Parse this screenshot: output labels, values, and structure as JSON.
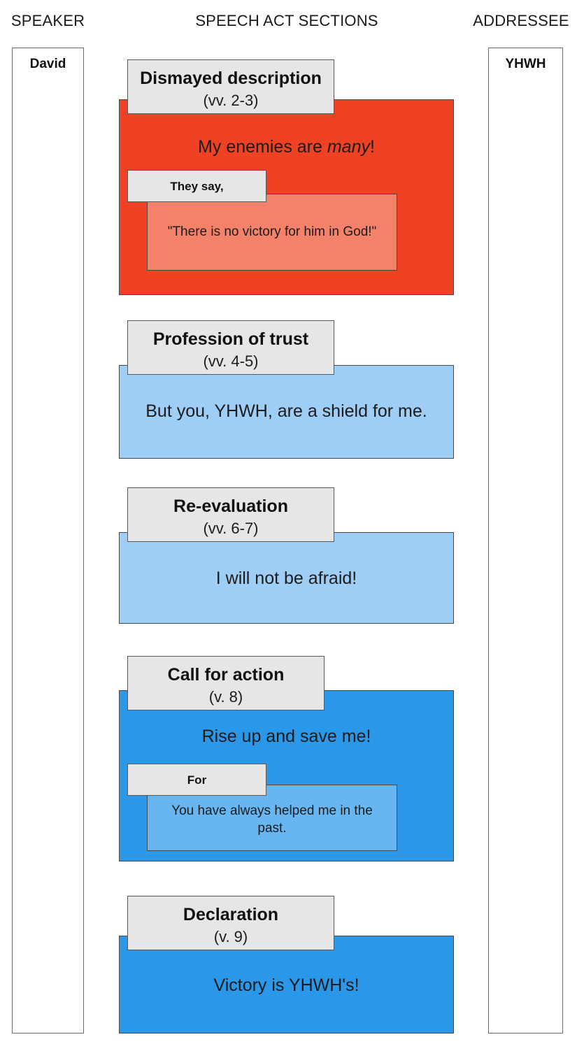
{
  "headers": {
    "speaker": "SPEAKER",
    "sections": "SPEECH ACT SECTIONS",
    "addressee": "ADDRESSEE"
  },
  "participants": {
    "speaker_name": "David",
    "addressee_name": "YHWH"
  },
  "colors": {
    "dismay_red": "#ef4123",
    "dismay_red_inner": "#f4816a",
    "trust_light_blue": "#9ecdf5",
    "action_blue": "#2b97e8",
    "action_blue_inner": "#68b6f1",
    "label_grey": "#e6e6e6",
    "border_dark": "#4a4a4a"
  },
  "sections": [
    {
      "id": "dismayed-description",
      "title": "Dismayed description",
      "verses": "(vv. 2-3)",
      "text_before_emph": "My enemies are ",
      "text_emph": "many",
      "text_after_emph": "!",
      "sub": {
        "label": "They say,",
        "text": "\"There is no victory for him in God!\""
      }
    },
    {
      "id": "profession-of-trust",
      "title": "Profession of trust",
      "verses": "(vv. 4-5)",
      "text": "But you, YHWH, are a shield for me.",
      "sub": null
    },
    {
      "id": "re-evaluation",
      "title": "Re-evaluation",
      "verses": "(vv. 6-7)",
      "text": "I will not be afraid!",
      "sub": null
    },
    {
      "id": "call-for-action",
      "title": "Call for action",
      "verses": "(v. 8)",
      "text": "Rise up and save me!",
      "sub": {
        "label": "For",
        "text": "You have always helped me in the past."
      }
    },
    {
      "id": "declaration",
      "title": "Declaration",
      "verses": "(v. 9)",
      "text": "Victory is YHWH's!",
      "sub": null
    }
  ]
}
